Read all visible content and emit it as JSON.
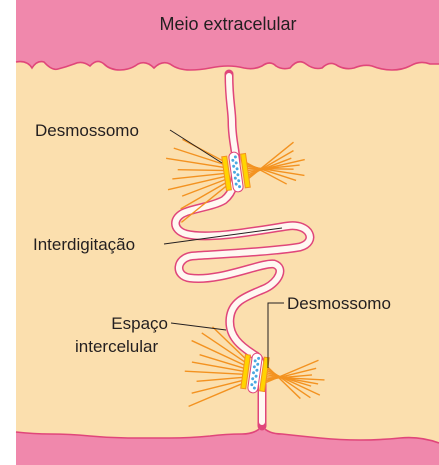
{
  "diagram": {
    "title": "Meio extracelular",
    "labels": {
      "desmossomo_top": "Desmossomo",
      "interdigitacao": "Interdigitação",
      "espaco_line1": "Espaço",
      "espaco_line2": "intercelular",
      "desmossomo_bottom": "Desmossomo"
    },
    "colors": {
      "background": "#ffffff",
      "extracellular": "#f088ac",
      "cytoplasm": "#fbdfae",
      "membrane": "#e0467a",
      "intercellular_fill": "#fff8f2",
      "filament": "#f39220",
      "plaque": "#ffd400",
      "plaque_edge": "#f39220",
      "linker": "#4aa8e0",
      "leader": "#231f20"
    }
  }
}
